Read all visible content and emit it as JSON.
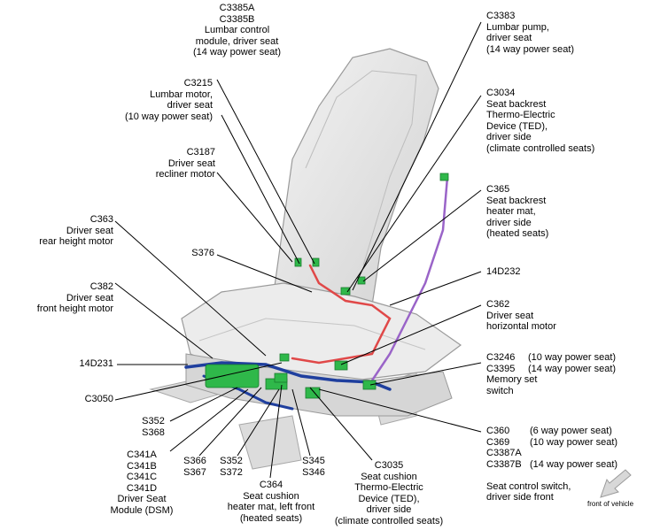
{
  "labels": {
    "c3385": "C3385A\nC3385B\nLumbar control\nmodule, driver seat\n(14 way power seat)",
    "c3215": "C3215\nLumbar motor,\ndriver seat\n(10 way power seat)",
    "c3187": "C3187\nDriver seat\nrecliner motor",
    "c363": "C363\nDriver seat\nrear height motor",
    "s376": "S376",
    "c382": "C382\nDriver seat\nfront height motor",
    "14d231": "14D231",
    "c3050": "C3050",
    "s352_s368": "S352\nS368",
    "c341": "C341A\nC341B\nC341C\nC341D\nDriver Seat\nModule (DSM)",
    "s366_s367": "S366\nS367",
    "s352_s372": "S352\nS372",
    "c364": "C364\nSeat cushion\nheater mat, left front\n(heated seats)",
    "s345_s346": "S345\nS346",
    "c3035": "C3035\nSeat cushion\nThermo-Electric\nDevice (TED),\ndriver side\n(climate controlled seats)",
    "c3383": "C3383\nLumbar pump,\ndriver seat\n(14 way power seat)",
    "c3034": "C3034\nSeat backrest\nThermo-Electric\nDevice (TED),\ndriver side\n(climate controlled seats)",
    "c365": "C365\nSeat backrest\nheater mat,\ndriver side\n(heated seats)",
    "14d232": "14D232",
    "c362": "C362\nDriver seat\nhorizontal motor",
    "c3246_c3395": "C3246\nC3395\nMemory set\nswitch",
    "c3246_c3395_types": "(10 way power seat)\n(14 way power seat)",
    "c360_group": "C360\nC369\nC3387A\nC3387B\n\nSeat control switch,\ndriver side front",
    "c360_types": "(6 way power seat)\n(10 way power seat)\n\n(14 way power seat)",
    "front_of_vehicle": "front of vehicle"
  },
  "colors": {
    "seat_fill": "#e8e8e8",
    "seat_stroke": "#9a9a9a",
    "harness_blue": "#1f3f9e",
    "harness_red": "#e04848",
    "harness_purple": "#9a64c8",
    "connector_green": "#2fb84a"
  }
}
